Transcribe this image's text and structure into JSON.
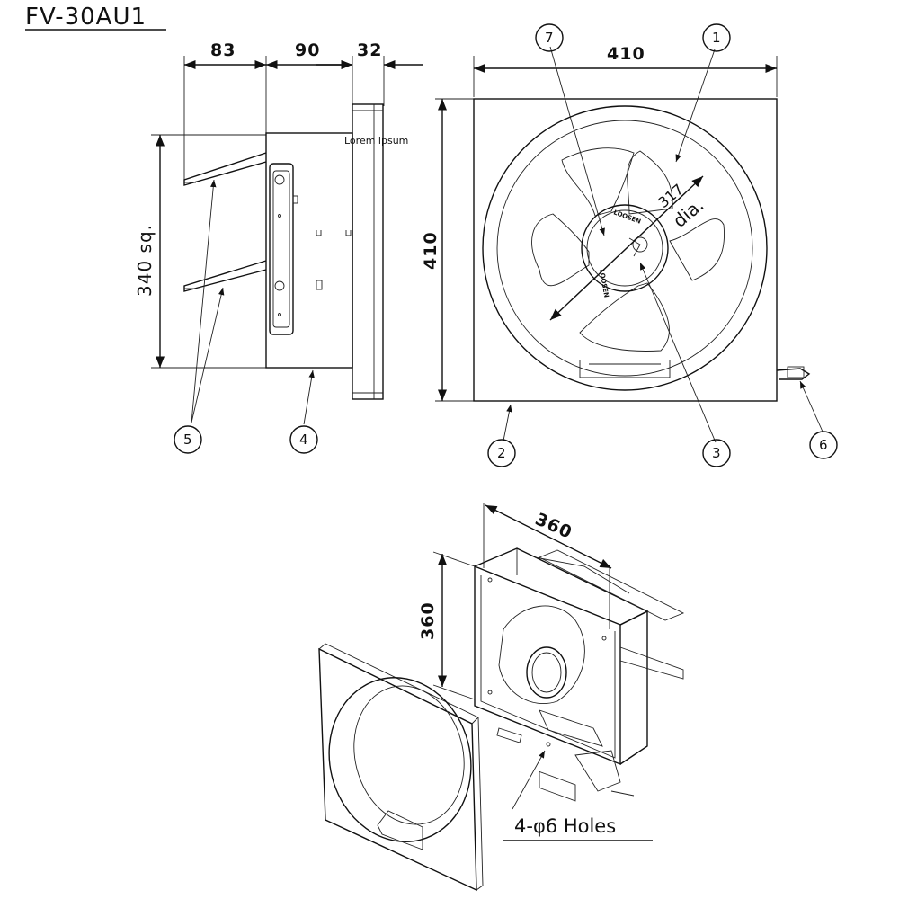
{
  "title": "FV-30AU1",
  "side_view": {
    "dim_rear": "83",
    "dim_body": "90",
    "dim_frame": "32",
    "dim_height": "340 sq.",
    "label_text": "Lorem ipsum"
  },
  "front_view": {
    "dim_width": "410",
    "dim_height": "410",
    "dim_dia_value": "317",
    "dim_dia_unit": "dia.",
    "hub_text": "LOOSEN"
  },
  "callouts": [
    "1",
    "2",
    "3",
    "4",
    "5",
    "6",
    "7"
  ],
  "iso_view": {
    "dim_width": "360",
    "dim_height": "360",
    "holes_label": "4-φ6 Holes"
  }
}
